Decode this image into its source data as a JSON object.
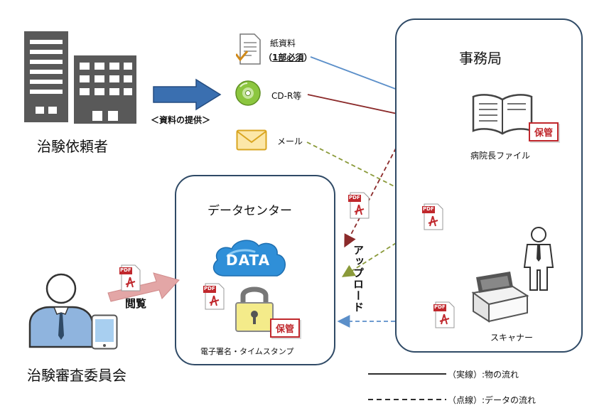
{
  "sponsor": {
    "label": "治験依頼者"
  },
  "provision": {
    "label": "＜資料の提供＞"
  },
  "materials": {
    "paper_line1": "紙資料",
    "paper_open": "（",
    "paper_required": "1部必須",
    "paper_close": "）",
    "cdr": "CD-R等",
    "mail": "メール"
  },
  "office": {
    "title": "事務局",
    "file_label": "病院長ファイル",
    "hokan": "保管",
    "scanner_label": "スキャナー"
  },
  "datacenter": {
    "title": "データセンター",
    "data_text": "DATA",
    "hokan": "保管",
    "signature": "電子署名・タイムスタンプ"
  },
  "upload": {
    "label": "アップロード"
  },
  "committee": {
    "label": "治験審査委員会",
    "view_label": "閲覧"
  },
  "pdf": {
    "text": "PDF"
  },
  "legend": {
    "solid": "（実線）:物の流れ",
    "dashed": "（点線）:データの流れ"
  },
  "colors": {
    "blue": "#5b8fc9",
    "darkred": "#8b2a2a",
    "olive": "#8a9a3a",
    "navy": "#2f4a66",
    "red": "#c0282d"
  }
}
